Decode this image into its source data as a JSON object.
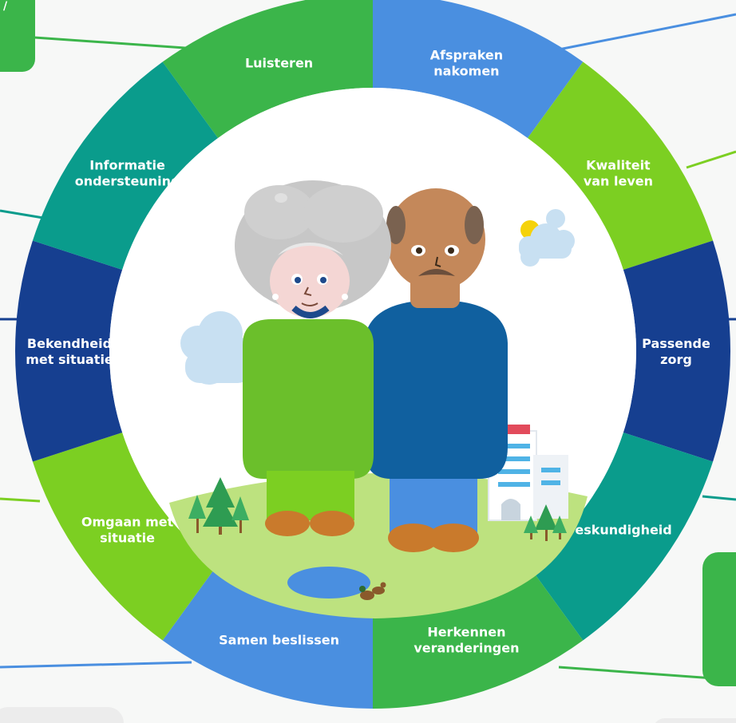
{
  "wheel": {
    "segments": [
      {
        "lines": [
          "Luisteren"
        ],
        "color": "#3bb54a"
      },
      {
        "lines": [
          "Afspraken",
          "nakomen"
        ],
        "color": "#4a8fe0"
      },
      {
        "lines": [
          "Kwaliteit",
          "van leven"
        ],
        "color": "#7ccf22"
      },
      {
        "lines": [
          "Passende",
          "zorg"
        ],
        "color": "#163f90"
      },
      {
        "lines": [
          "Deskundigheid"
        ],
        "color": "#0a9c8c"
      },
      {
        "lines": [
          "Herkennen",
          "veranderingen"
        ],
        "color": "#3bb54a"
      },
      {
        "lines": [
          "Samen beslissen"
        ],
        "color": "#4a8fe0"
      },
      {
        "lines": [
          "Omgaan met",
          "situatie"
        ],
        "color": "#7ccf22"
      },
      {
        "lines": [
          "Bekendheid",
          "met situatie"
        ],
        "color": "#163f90"
      },
      {
        "lines": [
          "Informatie",
          "ondersteuning"
        ],
        "color": "#0a9c8c"
      }
    ]
  },
  "colors": {
    "background": "#f7f8f7",
    "center": "#ffffff",
    "grass": "#bde27f",
    "pond": "#4a8fe0",
    "woman_shirt": "#6bbf2b",
    "woman_pants": "#7ccf22",
    "man_shirt": "#10609f",
    "man_pants": "#4a8fe0",
    "shoes": "#c97a2c",
    "hair_grey": "#c7c7c7"
  },
  "icons": [
    "cloud-icon",
    "sun-icon",
    "tree-icon",
    "building-icon",
    "duck-icon"
  ]
}
